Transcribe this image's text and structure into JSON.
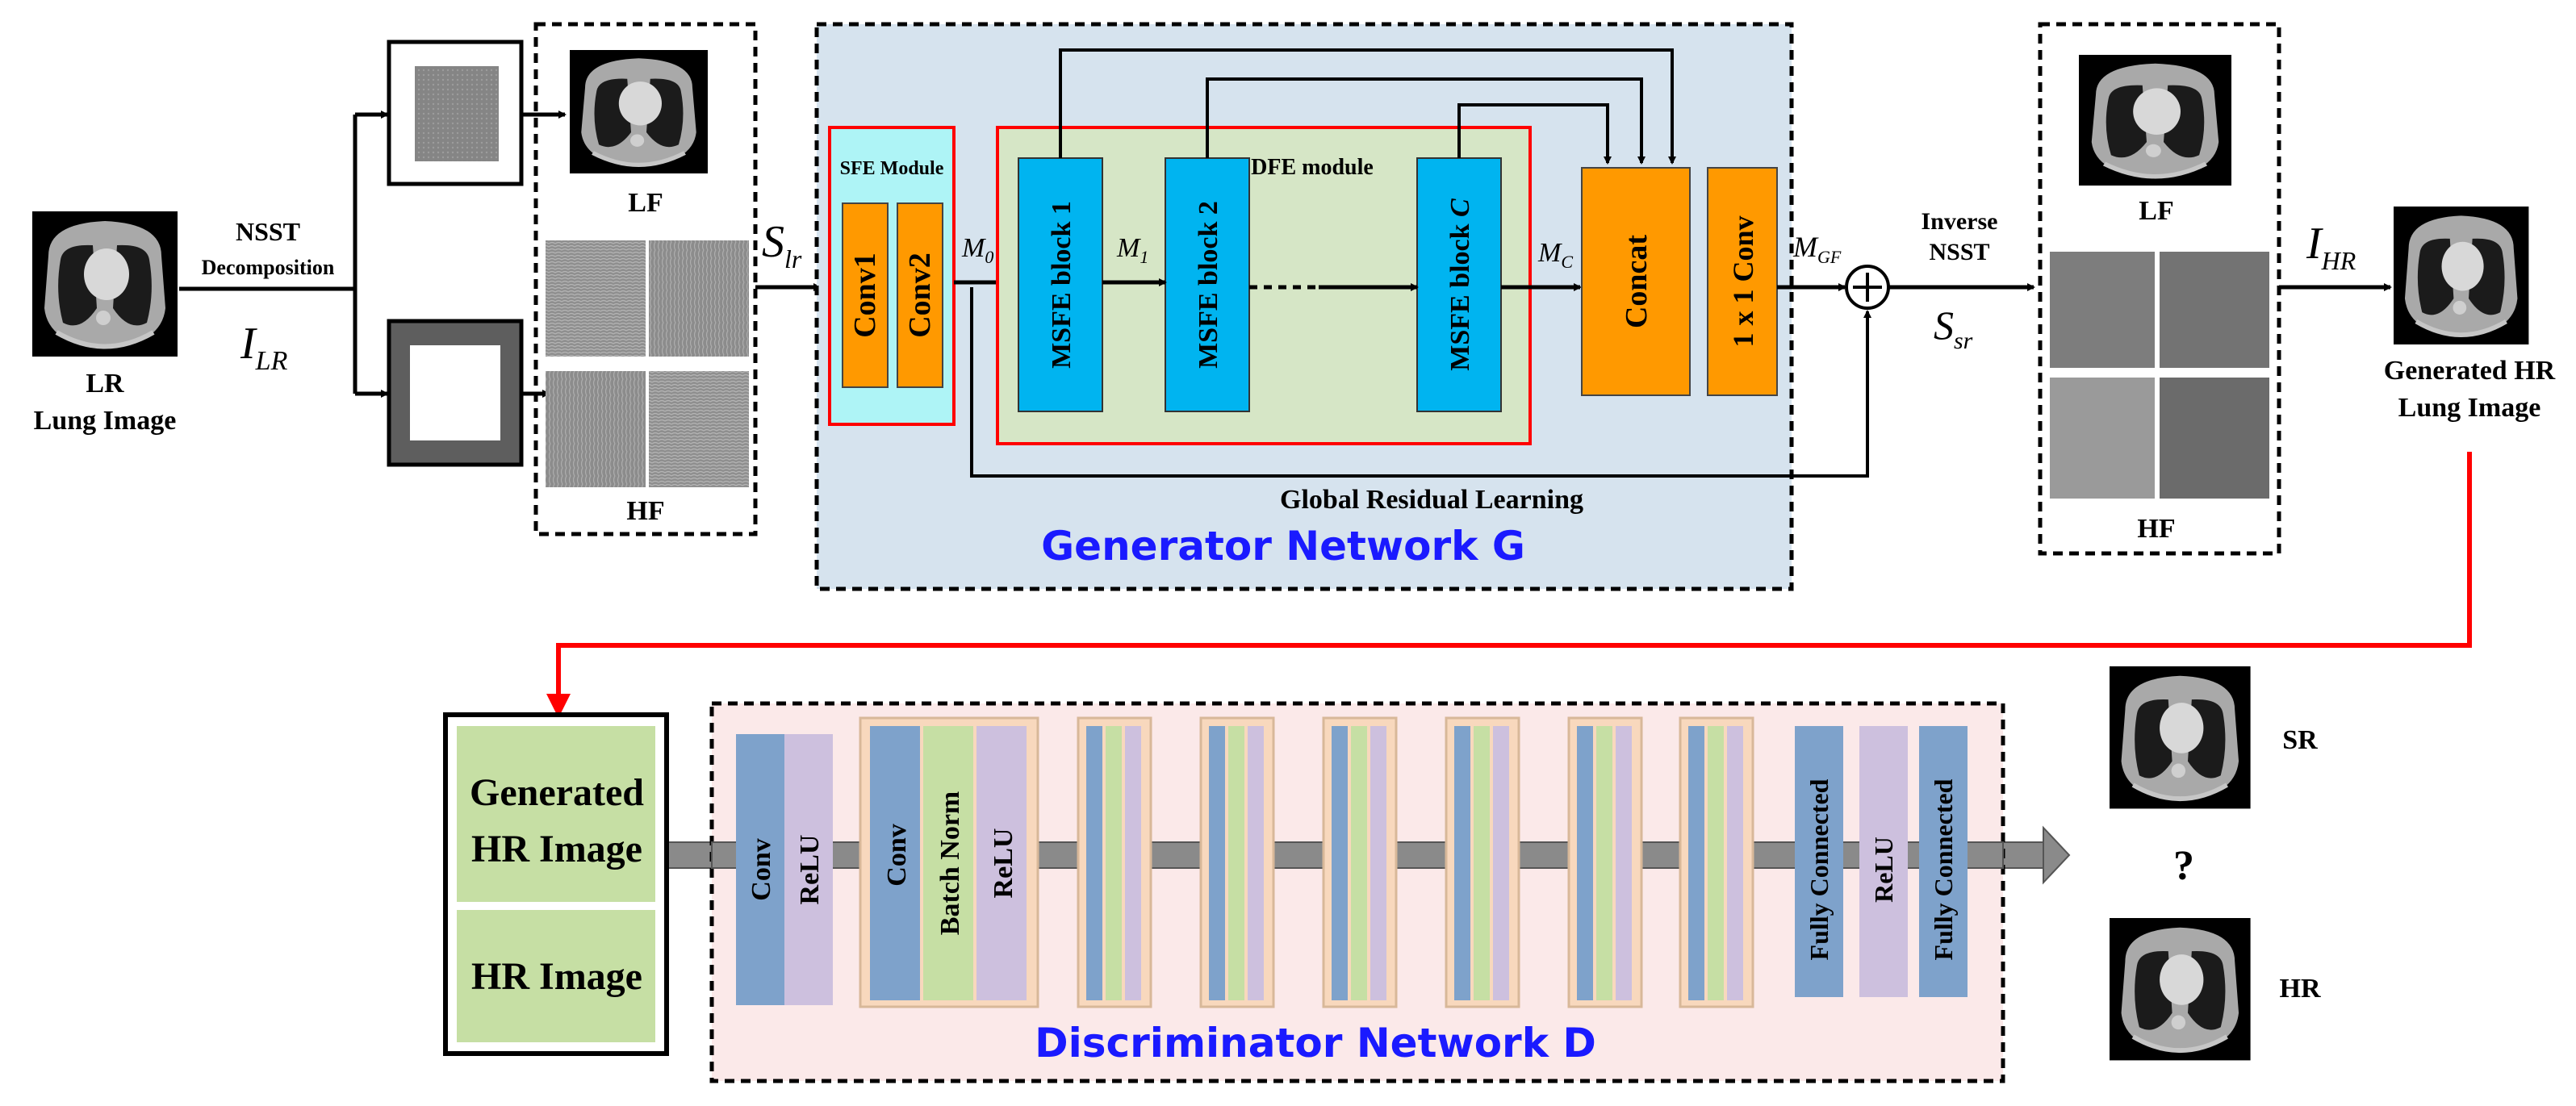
{
  "input": {
    "label_line1": "LR",
    "label_line2": "Lung Image",
    "symbol": "I",
    "symbol_sub": "LR"
  },
  "nsst": {
    "line1": "NSST",
    "line2": "Decomposition"
  },
  "decomposition": {
    "lf_label": "LF",
    "hf_label": "HF",
    "s_symbol": "S",
    "s_sub": "lr"
  },
  "generator": {
    "title": "Generator Network G",
    "sfe_module": "SFE Module",
    "conv1": "Conv1",
    "conv2": "Conv2",
    "dfe_module": "DFE module",
    "msfe1": "MSFE block 1",
    "msfe2": "MSFE block 2",
    "msfec_prefix": "MSFE block ",
    "msfec_var": "C",
    "concat": "Concat",
    "conv1x1": "1 x 1 Conv",
    "m0": "M",
    "m0_sub": "0",
    "m1": "M",
    "m1_sub": "1",
    "mc": "M",
    "mc_sub": "C",
    "mgf": "M",
    "mgf_sub": "GF",
    "residual": "Global Residual Learning"
  },
  "inverse": {
    "line1": "Inverse",
    "line2": "NSST",
    "s_symbol": "S",
    "s_sub": "sr"
  },
  "reconstruction": {
    "lf_label": "LF",
    "hf_label": "HF",
    "i_symbol": "I",
    "i_sub": "HR"
  },
  "output": {
    "line1": "Generated HR",
    "line2": "Lung Image"
  },
  "disc_input": {
    "generated_line1": "Generated",
    "generated_line2": "HR Image",
    "hr": "HR Image"
  },
  "discriminator": {
    "title": "Discriminator Network D",
    "conv": "Conv",
    "relu": "ReLU",
    "conv_b": "Conv",
    "batch_norm": "Batch Norm",
    "relu_b": "ReLU",
    "fc1": "Fully Connected",
    "relu_fc": "ReLU",
    "fc2": "Fully Connected"
  },
  "result": {
    "sr": "SR",
    "question": "?",
    "hr": "HR"
  },
  "colors": {
    "generator_bg": "#d6e3ee",
    "sfe_bg": "#aef4f6",
    "dfe_bg": "#d6e6c6",
    "msfe_block": "#00b4f0",
    "conv_orange": "#ff9900",
    "disc_bg": "#fbe7e7",
    "blue_layer": "#7ea2cb",
    "purple_layer": "#cdc0de",
    "green_layer": "#c6dfa4",
    "peach_group": "#f8d8bd",
    "title_blue": "#1a1aff",
    "red_line": "#ff0000"
  }
}
